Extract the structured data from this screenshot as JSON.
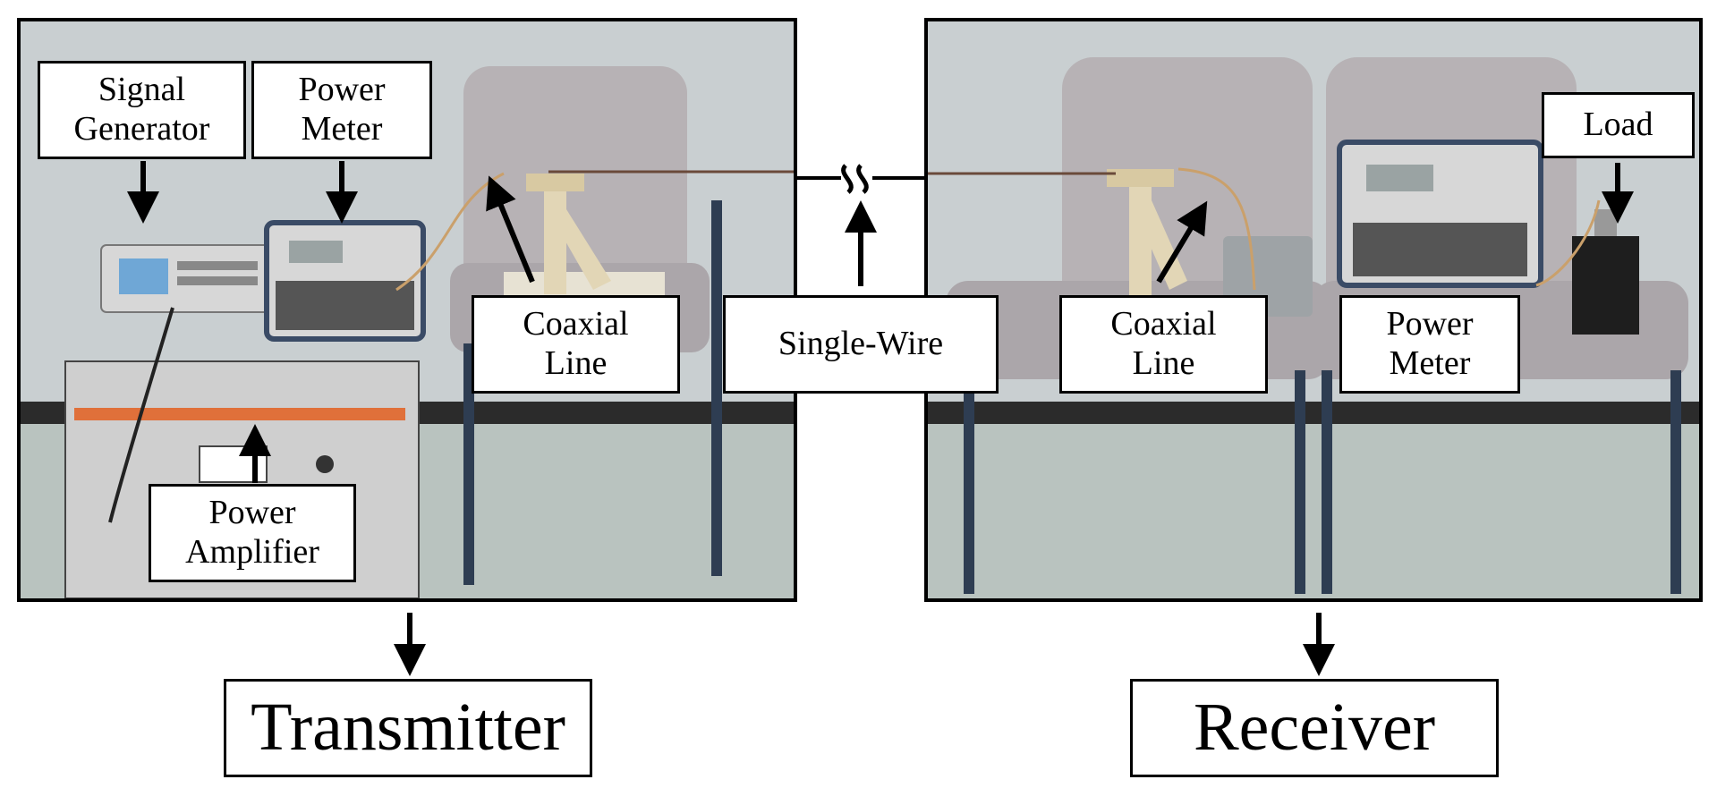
{
  "labels": {
    "signal_generator": "Signal\nGenerator",
    "power_meter_tx": "Power\nMeter",
    "coaxial_line_tx": "Coaxial\nLine",
    "power_amplifier": "Power\nAmplifier",
    "single_wire": "Single-Wire",
    "coaxial_line_rx": "Coaxial\nLine",
    "power_meter_rx": "Power\nMeter",
    "load": "Load",
    "transmitter": "Transmitter",
    "receiver": "Receiver"
  },
  "colors": {
    "wall": "#c9cfd1",
    "floor": "#b9c3bf",
    "baseboard": "#2b2b2b",
    "chair_cover": "#b7b2b5",
    "chair_frame": "#2e3d52",
    "amplifier_stripe": "#e0703a",
    "equipment_body": "#d7d7d7"
  }
}
